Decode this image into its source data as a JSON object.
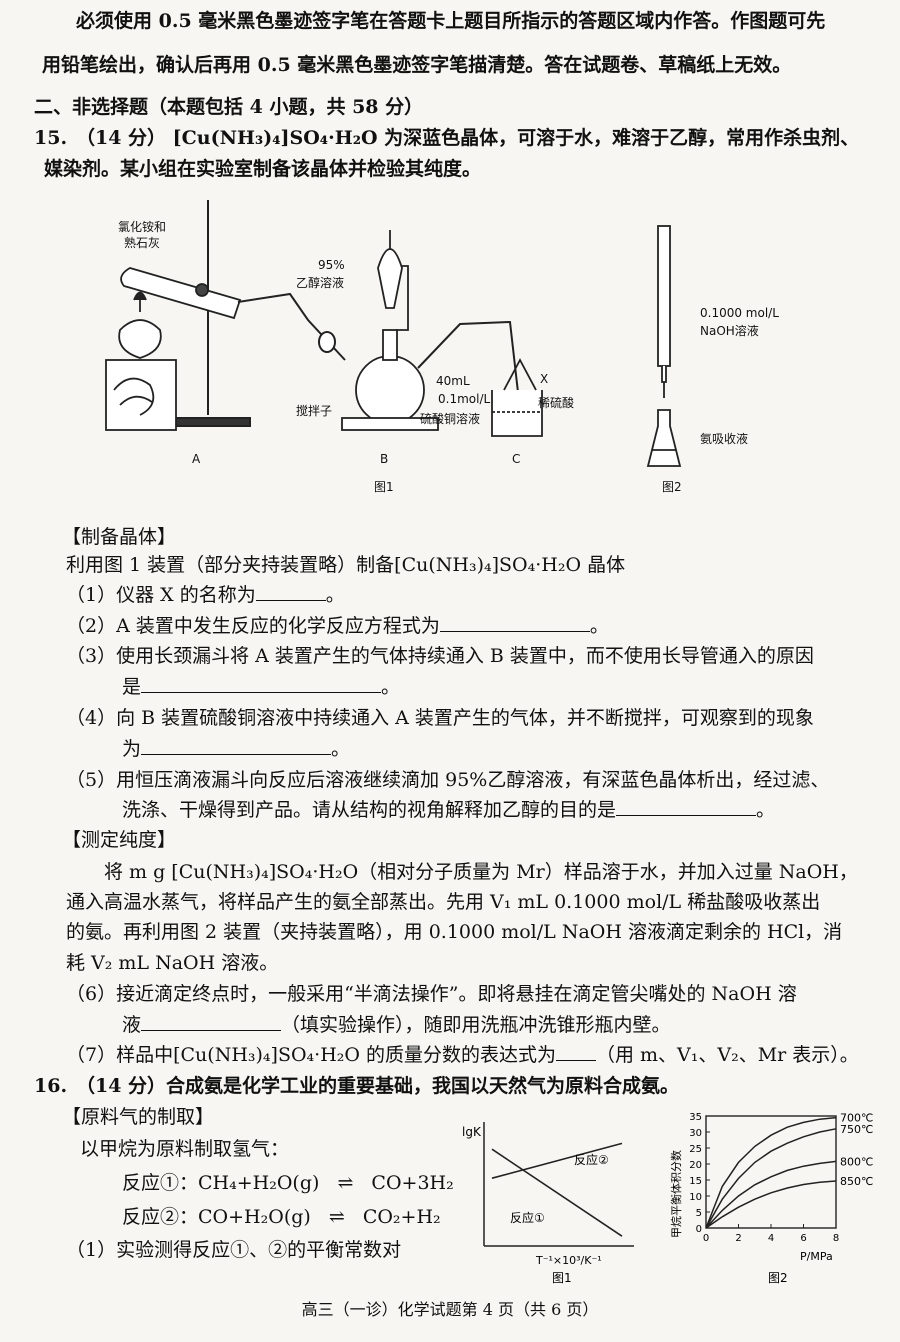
{
  "header": {
    "line1": "必须使用 0.5 毫米黑色墨迹签字笔在答题卡上题目所指示的答题区域内作答。作图题可先",
    "line2": "用铅笔绘出，确认后再用 0.5 毫米黑色墨迹签字笔描清楚。答在试题卷、草稿纸上无效。"
  },
  "section_title": "二、非选择题（本题包括 4 小题，共 58 分）",
  "q15": {
    "number": "15.",
    "intro1": "（14 分） [Cu(NH₃)₄]SO₄·H₂O 为深蓝色晶体，可溶于水，难溶于乙醇，常用作杀虫剂、",
    "intro2": "媒染剂。某小组在实验室制备该晶体并检验其纯度。",
    "figure1": {
      "label_reagent_a1": "氯化铵和",
      "label_reagent_a2": "熟石灰",
      "label_ethanol1": "95%",
      "label_ethanol2": "乙醇溶液",
      "label_x": "X",
      "label_acid": "稀硫酸",
      "label_vol": "40mL",
      "label_conc": "0.1mol/L",
      "label_cuso4": "硫酸铜溶液",
      "label_stirrer": "搅拌子",
      "app_a": "A",
      "app_b": "B",
      "app_c": "C",
      "caption": "图1"
    },
    "figure2": {
      "label_naoh1": "0.1000 mol/L",
      "label_naoh2": "NaOH溶液",
      "label_absorb": "氨吸收液",
      "caption": "图2"
    },
    "prep_title": "【制备晶体】",
    "prep_intro": "利用图 1 装置（部分夹持装置略）制备[Cu(NH₃)₄]SO₄·H₂O 晶体",
    "q1": "（1）仪器 X 的名称为",
    "q1_end": "。",
    "q2": "（2）A 装置中发生反应的化学反应方程式为",
    "q2_end": "。",
    "q3a": "（3）使用长颈漏斗将 A 装置产生的气体持续通入 B 装置中，而不使用长导管通入的原因",
    "q3b": "是",
    "q3_end": "。",
    "q4a": "（4）向 B 装置硫酸铜溶液中持续通入 A 装置产生的气体，并不断搅拌，可观察到的现象",
    "q4b": "为",
    "q4_end": "。",
    "q5a": "（5）用恒压滴液漏斗向反应后溶液继续滴加 95%乙醇溶液，有深蓝色晶体析出，经过滤、",
    "q5b": "洗涤、干燥得到产品。请从结构的视角解释加乙醇的目的是",
    "q5_end": "。",
    "purity_title": "【测定纯度】",
    "p1": "将 m g [Cu(NH₃)₄]SO₄·H₂O（相对分子质量为 Mr）样品溶于水，并加入过量 NaOH，",
    "p2": "通入高温水蒸气，将样品产生的氨全部蒸出。先用 V₁ mL 0.1000 mol/L 稀盐酸吸收蒸出",
    "p3": "的氨。再利用图 2 装置（夹持装置略），用 0.1000 mol/L NaOH 溶液滴定剩余的 HCl，消",
    "p4": "耗 V₂ mL NaOH 溶液。",
    "q6a": "（6）接近滴定终点时，一般采用“半滴法操作”。即将悬挂在滴定管尖嘴处的 NaOH 溶",
    "q6b": "液",
    "q6c": "（填实验操作），随即用洗瓶冲洗锥形瓶内壁。",
    "q7": "（7）样品中[Cu(NH₃)₄]SO₄·H₂O 的质量分数的表达式为",
    "q7_end": "（用 m、V₁、V₂、Mr 表示）。"
  },
  "q16": {
    "number": "16.",
    "intro": "（14 分）合成氨是化学工业的重要基础，我国以天然气为原料合成氨。",
    "raw_title": "【原料气的制取】",
    "raw_intro": "以甲烷为原料制取氢气：",
    "r1_label": "反应①：",
    "r1_left": "CH₄+H₂O(g)",
    "r1_right": "CO+3H₂",
    "r2_label": "反应②：",
    "r2_left": "CO+H₂O(g)",
    "r2_right": "CO₂+H₂",
    "q1": "（1）实验测得反应①、②的平衡常数对",
    "fig1": {
      "ylabel": "lgK",
      "xlabel": "T⁻¹×10³/K⁻¹",
      "line_r2": "反应②",
      "line_r1": "反应①",
      "caption": "图1"
    },
    "fig2": {
      "ylabel": "甲烷平衡体积分数",
      "xlabel": "P/MPa",
      "caption": "图2"
    }
  },
  "chart_data": [
    {
      "type": "line",
      "title": "",
      "xlabel": "T⁻¹×10³/K⁻¹",
      "ylabel": "lgK",
      "series": [
        {
          "name": "反应②",
          "x": [
            0,
            1
          ],
          "values": [
            0.55,
            0.85
          ]
        },
        {
          "name": "反应①",
          "x": [
            0,
            1
          ],
          "values": [
            0.8,
            0.05
          ]
        }
      ]
    },
    {
      "type": "line",
      "title": "",
      "xlabel": "P/MPa",
      "ylabel": "甲烷平衡体积分数",
      "xlim": [
        0,
        8
      ],
      "ylim": [
        0,
        35
      ],
      "xticks": [
        "0",
        "2",
        "4",
        "6",
        "8"
      ],
      "yticks": [
        "0",
        "5",
        "10",
        "15",
        "20",
        "25",
        "30",
        "35"
      ],
      "series": [
        {
          "name": "700℃",
          "x": [
            0,
            1,
            2,
            3,
            4,
            5,
            6,
            7,
            8
          ],
          "values": [
            0,
            13,
            20.5,
            25.5,
            29,
            31.5,
            33,
            34,
            34.5
          ]
        },
        {
          "name": "750℃",
          "x": [
            0,
            1,
            2,
            3,
            4,
            5,
            6,
            7,
            8
          ],
          "values": [
            0,
            9,
            15.5,
            20.5,
            24,
            26.5,
            28.5,
            30,
            31
          ]
        },
        {
          "name": "800℃",
          "x": [
            0,
            1,
            2,
            3,
            4,
            5,
            6,
            7,
            8
          ],
          "values": [
            0,
            5.5,
            10,
            13.5,
            16,
            18,
            19.3,
            20.2,
            20.8
          ]
        },
        {
          "name": "850℃",
          "x": [
            0,
            1,
            2,
            3,
            4,
            5,
            6,
            7,
            8
          ],
          "values": [
            0,
            3.5,
            6.5,
            9,
            11,
            12.5,
            13.6,
            14.3,
            14.7
          ]
        }
      ]
    }
  ],
  "footer": "高三（一诊）化学试题第 4 页（共 6 页）"
}
